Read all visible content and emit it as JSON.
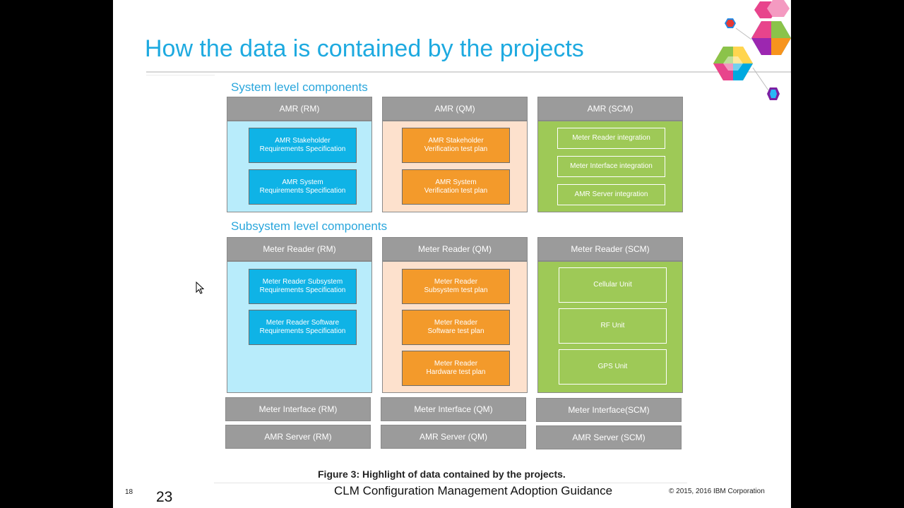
{
  "slide": {
    "title": "How the data is contained by the projects",
    "caption": "Figure 3: Highlight of data contained by the projects.",
    "footer_title": "CLM Configuration Management Adoption Guidance",
    "copyright": "© 2015, 2016 IBM Corporation",
    "slide_number_small": "18",
    "slide_number_large": "23"
  },
  "system": {
    "label": "System level components",
    "rm": {
      "header": "AMR (RM)",
      "items": [
        "AMR Stakeholder\nRequirements Specification",
        "AMR System\nRequirements Specification"
      ]
    },
    "qm": {
      "header": "AMR (QM)",
      "items": [
        "AMR Stakeholder\nVerification test plan",
        "AMR System\nVerification test plan"
      ]
    },
    "scm": {
      "header": "AMR (SCM)",
      "items": [
        "Meter Reader integration",
        "Meter Interface integration",
        "AMR Server integration"
      ]
    }
  },
  "subsystem": {
    "label": "Subsystem level components",
    "rm": {
      "header": "Meter Reader (RM)",
      "items": [
        "Meter Reader Subsystem\nRequirements Specification",
        "Meter Reader Software\nRequirements Specification"
      ]
    },
    "qm": {
      "header": "Meter Reader (QM)",
      "items": [
        "Meter Reader\nSubsystem test plan",
        "Meter Reader\nSoftware test plan",
        "Meter Reader\nHardware test plan"
      ]
    },
    "scm": {
      "header": "Meter Reader (SCM)",
      "items": [
        "Cellular Unit",
        "RF Unit",
        "GPS Unit"
      ]
    }
  },
  "interface": {
    "rm": "Meter Interface (RM)",
    "qm": "Meter Interface (QM)",
    "scm": "Meter Interface(SCM)"
  },
  "server": {
    "rm": "AMR Server (RM)",
    "qm": "AMR Server (QM)",
    "scm": "AMR Server (SCM)"
  },
  "colors": {
    "title": "#1eaae0",
    "rm_panel": "#b8ecfb",
    "rm_item": "#0fb3e6",
    "qm_panel": "#fde1cd",
    "qm_item": "#f39a2b",
    "scm": "#9ec957",
    "header_gray": "#9b9b9b"
  },
  "icons": {
    "logo": "ibm-hexagon-logo-icon",
    "cursor": "mouse-pointer-icon"
  }
}
